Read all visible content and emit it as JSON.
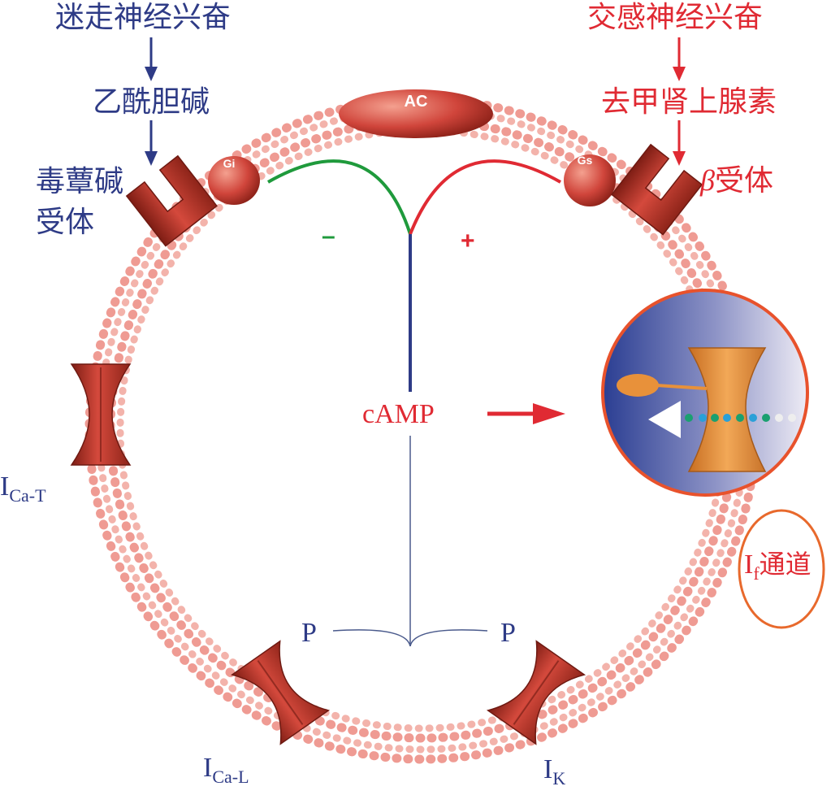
{
  "vagal": {
    "title": "迷走神经兴奋",
    "transmitter": "乙酰胆碱",
    "receptor_line1": "毒蕈碱",
    "receptor_line2": "受体",
    "g_protein": "Gi",
    "effect_sign": "–"
  },
  "sympathetic": {
    "title": "交感神经兴奋",
    "transmitter": "去甲肾上腺素",
    "receptor_symbol": "β",
    "receptor_text": "受体",
    "g_protein": "Gs",
    "effect_sign": "+"
  },
  "enzyme": "AC",
  "messenger": "cAMP",
  "phosphate_left": "P",
  "phosphate_right": "P",
  "channels": {
    "ica_t": {
      "main": "I",
      "sub": "Ca-T"
    },
    "ica_l": {
      "main": "I",
      "sub": "Ca-L"
    },
    "ik": {
      "main": "I",
      "sub": "K"
    },
    "if": {
      "main": "I",
      "sub": "f",
      "suffix": "通道"
    }
  },
  "colors": {
    "blue_text": "#2e3b86",
    "red_text": "#e02a33",
    "inhibit_line": "#1f9a3c",
    "stimulate_line": "#e02a33",
    "channel_red": "#c0392b",
    "if_channel": "#e8913a",
    "membrane_bead": "#e8968f"
  }
}
